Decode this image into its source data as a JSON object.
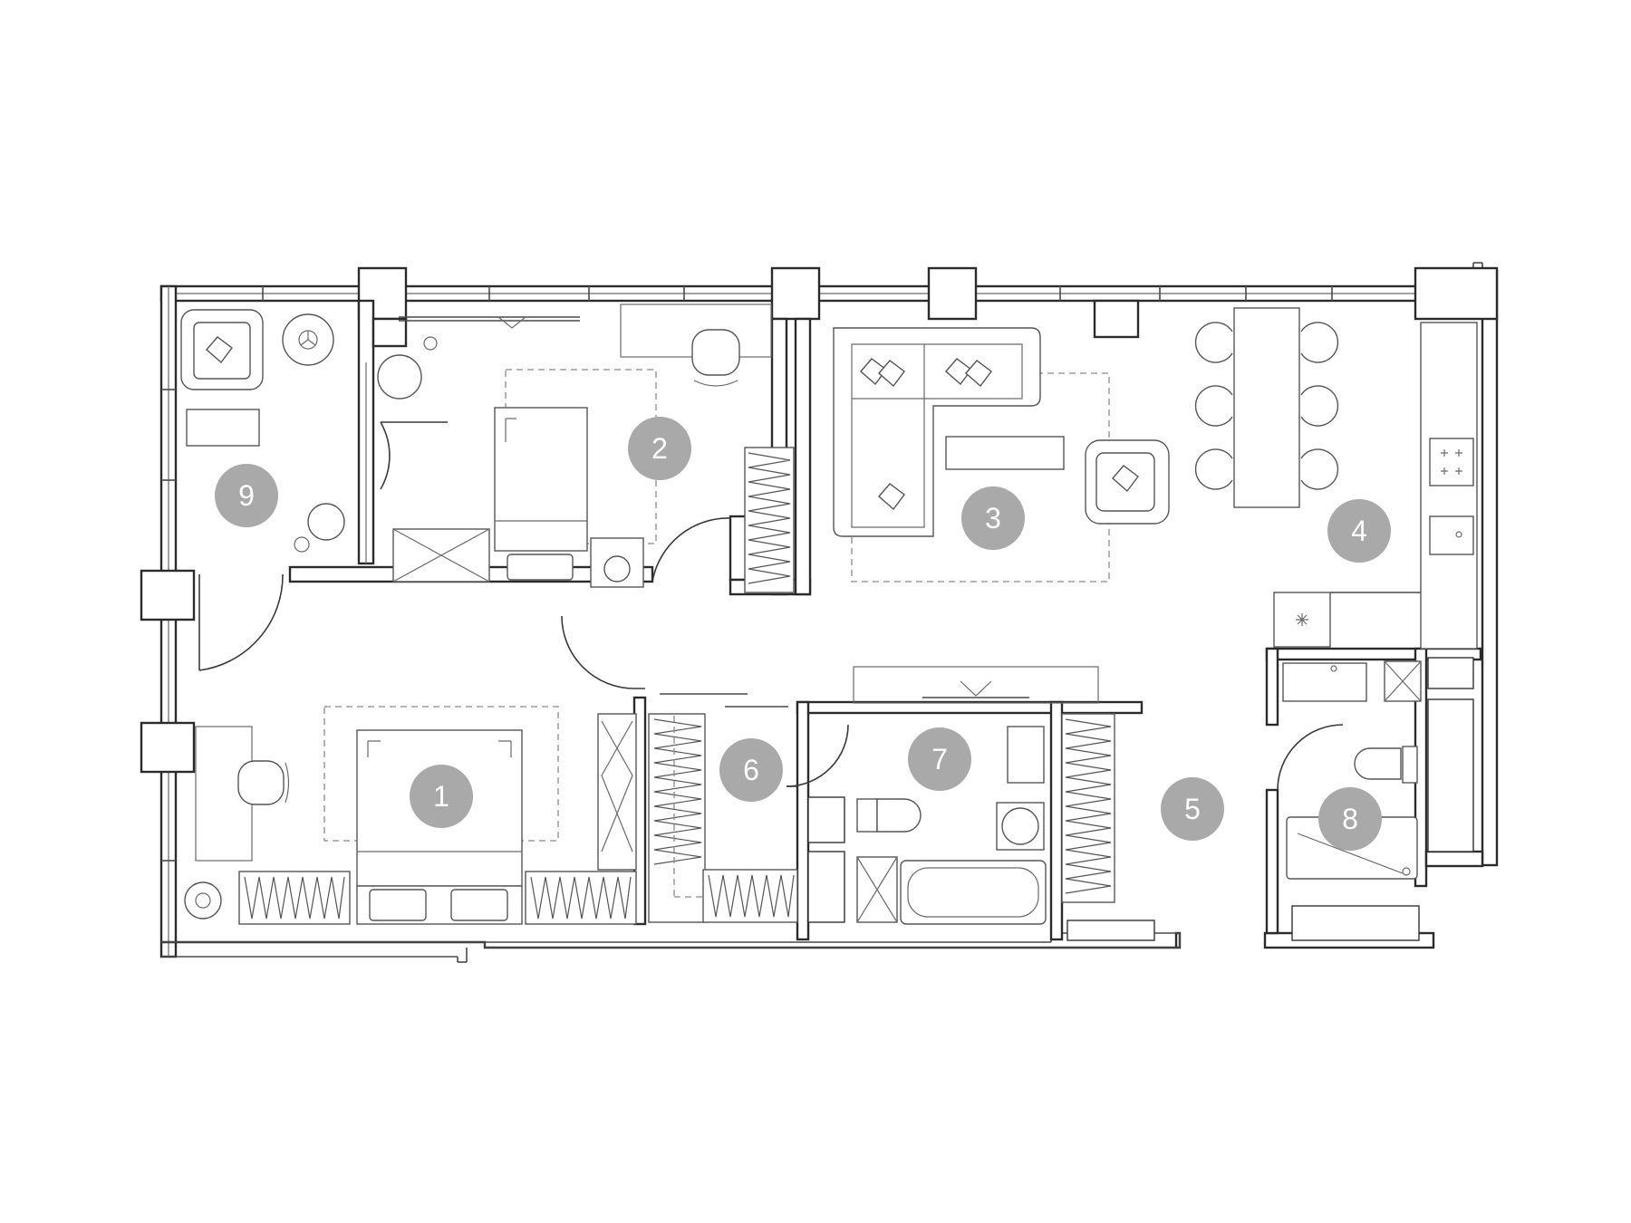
{
  "colors": {
    "background": "#ffffff",
    "walls": "#2b2b2b",
    "badge_fill": "#a9a9a9",
    "badge_text": "#ffffff"
  },
  "rooms": [
    {
      "id": "1",
      "label": "1"
    },
    {
      "id": "2",
      "label": "2"
    },
    {
      "id": "3",
      "label": "3"
    },
    {
      "id": "4",
      "label": "4"
    },
    {
      "id": "5",
      "label": "5"
    },
    {
      "id": "6",
      "label": "6"
    },
    {
      "id": "7",
      "label": "7"
    },
    {
      "id": "8",
      "label": "8"
    },
    {
      "id": "9",
      "label": "9"
    }
  ]
}
